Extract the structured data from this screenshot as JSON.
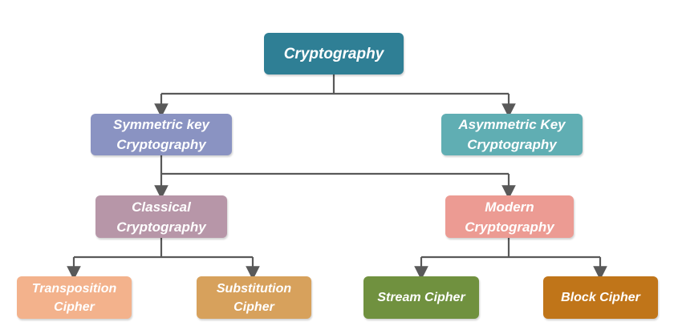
{
  "nodes": {
    "cryptography": "Cryptography",
    "symmetric": {
      "line1": "Symmetric key",
      "line2": "Cryptography"
    },
    "asymmetric": {
      "line1": "Asymmetric Key",
      "line2": "Cryptography"
    },
    "classical": {
      "line1": "Classical",
      "line2": "Cryptography"
    },
    "modern": {
      "line1": "Modern",
      "line2": "Cryptography"
    },
    "transposition": {
      "line1": "Transposition",
      "line2": "Cipher"
    },
    "substitution": {
      "line1": "Substitution",
      "line2": "Cipher"
    },
    "stream": "Stream Cipher",
    "block": "Block Cipher"
  },
  "colors": {
    "connector": "#595959",
    "cryptography": "#2f7f95",
    "symmetric": "#8a93c2",
    "asymmetric": "#60aeb3",
    "classical": "#b796a8",
    "modern": "#ec9b93",
    "transposition": "#f3b28c",
    "substitution": "#d7a15c",
    "stream": "#70913f",
    "block": "#c07519"
  }
}
